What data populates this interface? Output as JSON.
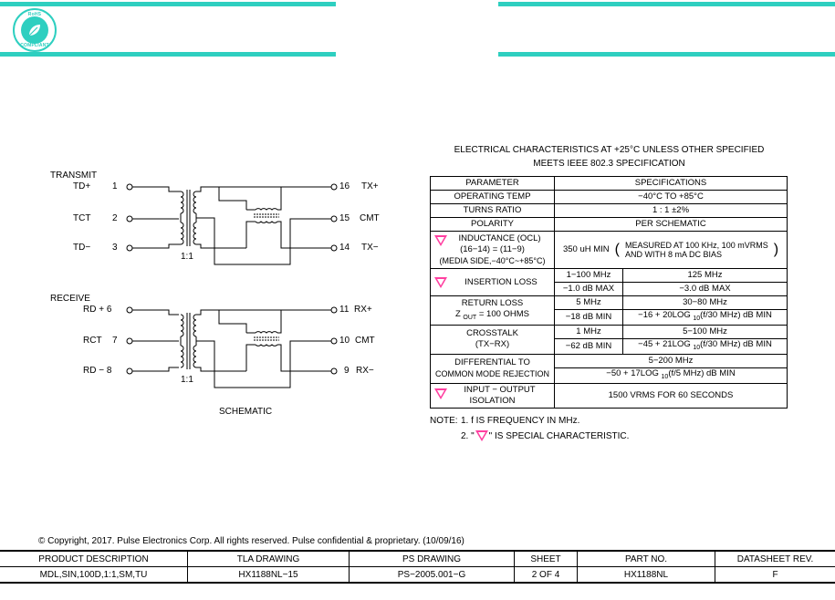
{
  "header": {
    "logo_top": "RoHS",
    "logo_bottom": "COMPLIANT",
    "colors": {
      "accent": "#2ecfc0",
      "special_marker": "#ff3fa0"
    }
  },
  "schematic": {
    "transmit_label": "TRANSMIT",
    "receive_label": "RECEIVE",
    "caption": "SCHEMATIC",
    "transmit_pins_left": [
      {
        "name": "TD+",
        "num": "1"
      },
      {
        "name": "TCT",
        "num": "2"
      },
      {
        "name": "TD−",
        "num": "3"
      }
    ],
    "transmit_pins_right": [
      {
        "num": "16",
        "name": "TX+"
      },
      {
        "num": "15",
        "name": "CMT"
      },
      {
        "num": "14",
        "name": "TX−"
      }
    ],
    "receive_pins_left": [
      {
        "name": "RD + 6"
      },
      {
        "name": "RCT",
        "num": "7"
      },
      {
        "name": "RD − 8"
      }
    ],
    "receive_pins_right": [
      {
        "num": "11",
        "name": "RX+"
      },
      {
        "num": "10",
        "name": "CMT"
      },
      {
        "num": "9",
        "name": "RX−"
      }
    ],
    "ratio": "1:1"
  },
  "spec": {
    "title_line1": "ELECTRICAL CHARACTERISTICS AT +25°C UNLESS OTHER SPECIFIED",
    "title_line2": "MEETS IEEE 802.3 SPECIFICATION",
    "header_param": "PARAMETER",
    "header_spec": "SPECIFICATIONS",
    "operating_temp": {
      "param": "OPERATING TEMP",
      "value": "−40°C TO +85°C"
    },
    "turns_ratio": {
      "param": "TURNS RATIO",
      "value": "1 : 1 ±2%"
    },
    "polarity": {
      "param": "POLARITY",
      "value": "PER SCHEMATIC"
    },
    "inductance": {
      "param1": "INDUCTANCE (OCL)",
      "param2": "(16−14) = (11−9)",
      "param3": "(MEDIA SIDE,−40°C~+85°C)",
      "value": "350 uH MIN",
      "note1": "MEASURED AT 100 KHz, 100 mVRMS",
      "note2": "AND WITH 8 mA DC BIAS"
    },
    "insertion_loss": {
      "param": "INSERTION LOSS",
      "r1c1": "1−100 MHz",
      "r1c2": "125 MHz",
      "r2c1": "−1.0 dB MAX",
      "r2c2": "−3.0 dB MAX"
    },
    "return_loss": {
      "param1": "RETURN LOSS",
      "param2a": "Z ",
      "param2sub": "OUT",
      "param2b": " = 100 OHMS",
      "r1c1": "5 MHz",
      "r1c2": "30−80 MHz",
      "r2c1": "−18 dB MIN",
      "r2c2a": "−16 + 20LOG ",
      "r2c2sub": "10",
      "r2c2b": "(f/30 MHz) dB MIN"
    },
    "crosstalk": {
      "param1": "CROSSTALK",
      "param2": "(TX−RX)",
      "r1c1": "1 MHz",
      "r1c2": "5−100 MHz",
      "r2c1": "−62 dB MIN",
      "r2c2a": "−45 + 21LOG ",
      "r2c2sub": "10",
      "r2c2b": "(f/30 MHz) dB MIN"
    },
    "cmr": {
      "param1": "DIFFERENTIAL TO",
      "param2": "COMMON MODE REJECTION",
      "r1": "5−200 MHz",
      "r2a": "−50 + 17LOG ",
      "r2sub": "10",
      "r2b": "(f/5 MHz) dB MIN"
    },
    "isolation": {
      "param1": "INPUT − OUTPUT",
      "param2": "ISOLATION",
      "value": "1500 VRMS FOR 60 SECONDS"
    }
  },
  "notes": {
    "label": "NOTE:",
    "n1": "1. f IS FREQUENCY IN MHz.",
    "n2a": "2. \"",
    "n2b": "\" IS SPECIAL CHARACTERISTIC."
  },
  "footer": {
    "copyright": "© Copyright, 2017. Pulse Electronics Corp. All rights reserved. Pulse confidential & proprietary. (10/09/16)",
    "headers": [
      "PRODUCT DESCRIPTION",
      "TLA DRAWING",
      "PS DRAWING",
      "SHEET",
      "PART NO.",
      "DATASHEET REV."
    ],
    "values": [
      "MDL,SIN,100D,1:1,SM,TU",
      "HX1188NL−15",
      "PS−2005.001−G",
      "2 OF 4",
      "HX1188NL",
      "F"
    ]
  }
}
